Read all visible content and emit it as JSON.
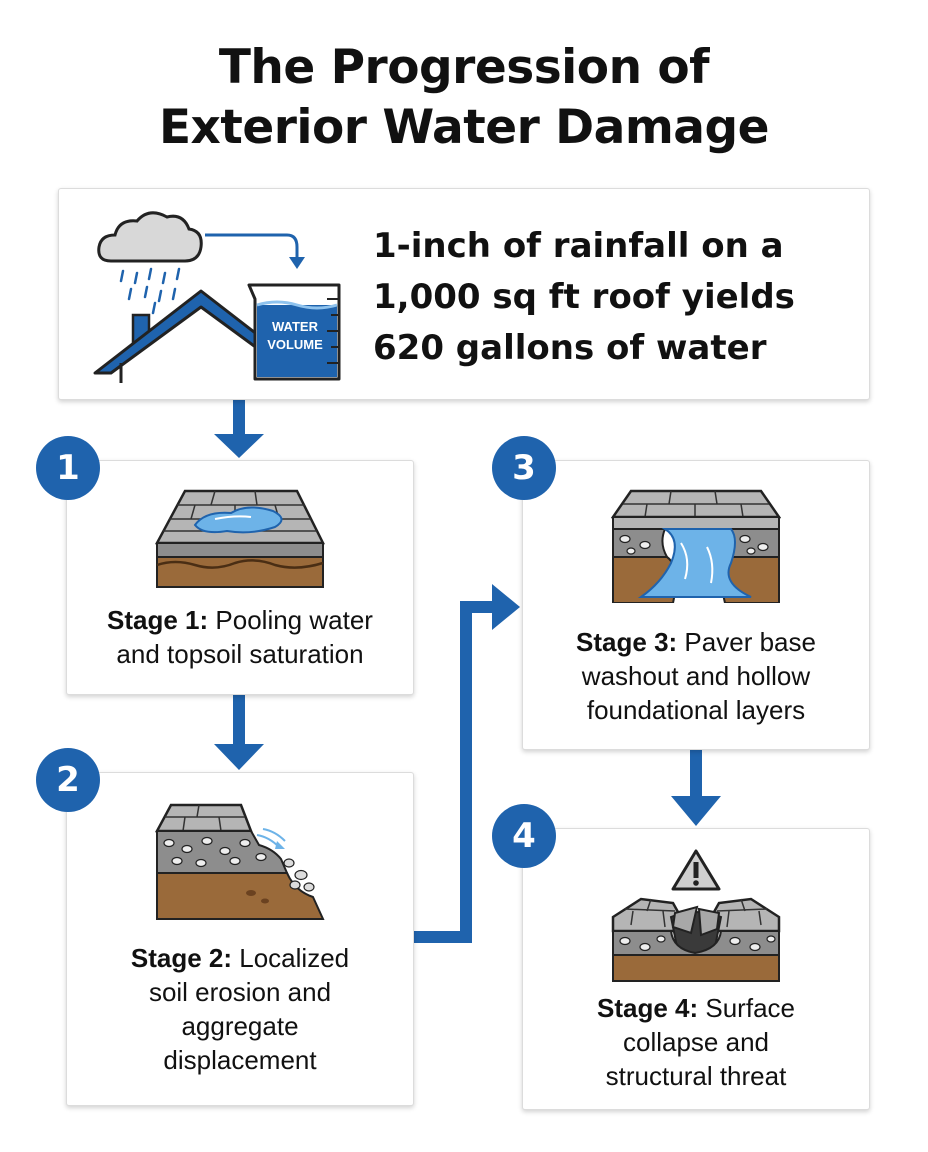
{
  "title": {
    "line1": "The Progression of",
    "line2": "Exterior Water Damage"
  },
  "intro": {
    "beaker_label_1": "WATER",
    "beaker_label_2": "VOLUME",
    "fact_line1": "1-inch of rainfall on a",
    "fact_line2": "1,000 sq ft roof yields",
    "fact_line3": "620 gallons of water"
  },
  "stages": [
    {
      "number": "1",
      "label": "Stage 1:",
      "text_line1": " Pooling water",
      "text_line2": "and topsoil saturation",
      "text_line3": "",
      "text_line4": ""
    },
    {
      "number": "2",
      "label": "Stage 2:",
      "text_line1": " Localized",
      "text_line2": "soil erosion and",
      "text_line3": "aggregate",
      "text_line4": "displacement"
    },
    {
      "number": "3",
      "label": "Stage 3:",
      "text_line1": " Paver base",
      "text_line2": "washout and hollow",
      "text_line3": "foundational layers",
      "text_line4": ""
    },
    {
      "number": "4",
      "label": "Stage 4:",
      "text_line1": " Surface",
      "text_line2": "collapse and",
      "text_line3": "structural threat",
      "text_line4": ""
    }
  ],
  "colors": {
    "accent": "#1f63ad",
    "soil": "#9a6a3a",
    "paver": "#9b9b9b",
    "water": "#6db3e8"
  }
}
